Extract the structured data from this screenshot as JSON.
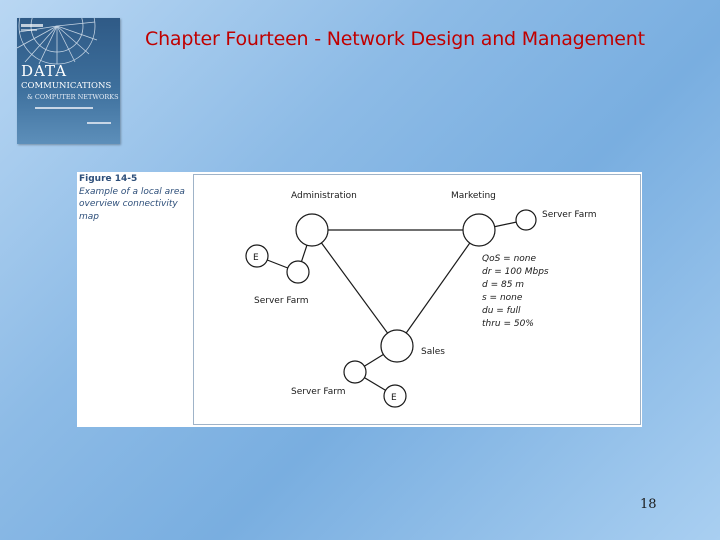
{
  "slide": {
    "title": "Chapter Fourteen - Network Design and Management",
    "page_number": "18"
  },
  "book_cover": {
    "title_line1": "DATA",
    "title_line2": "COMMUNICATIONS",
    "title_line3": "& COMPUTER NETWORKS"
  },
  "figure": {
    "label": "Figure 14-5",
    "description": "Example of a local area overview connectivity map"
  },
  "diagram": {
    "nodes": {
      "administration": "Administration",
      "marketing": "Marketing",
      "sales": "Sales",
      "server_farm_marketing": "Server Farm",
      "server_farm_admin": "Server Farm",
      "server_farm_sales": "Server Farm",
      "external_admin": "E",
      "external_sales": "E"
    },
    "link_metrics": [
      "QoS = none",
      "dr = 100 Mbps",
      "d = 85 m",
      "s = none",
      "du = full",
      "thru = 50%"
    ]
  }
}
